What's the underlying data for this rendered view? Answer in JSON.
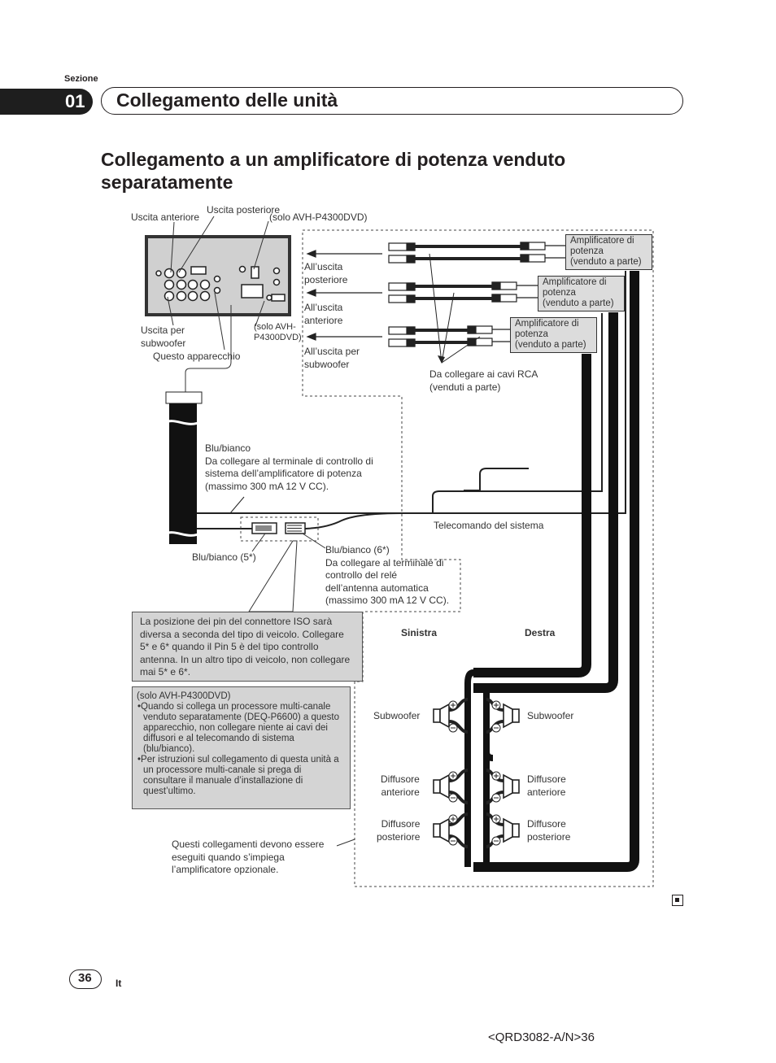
{
  "header": {
    "section_word": "Sezione",
    "section_number": "01",
    "section_title": "Collegamento delle unità"
  },
  "title": "Collegamento a un amplificatore di potenza venduto separatamente",
  "diagram": {
    "front_output": "Uscita anteriore",
    "rear_output": "Uscita posteriore",
    "avh_only_top": "(solo AVH-P4300DVD)",
    "sub_output": "Uscita per\nsubwoofer",
    "this_unit": "Questo apparecchio",
    "avh_only_side": "(solo AVH-\nP4300DVD)",
    "to_rear_output": "All’uscita\nposteriore",
    "to_front_output": "All’uscita\nanteriore",
    "to_sub_output": "All’uscita per\nsubwoofer",
    "amplifier": "Amplificatore di\npotenza\n(venduto a parte)",
    "rca_connect": "Da collegare ai cavi RCA\n(venduti a parte)",
    "blue_white_text": "Blu/bianco\nDa collegare al terminale di controllo di\nsistema dell’amplificatore di potenza\n(massimo 300 mA 12 V CC).",
    "system_remote": "Telecomando del sistema",
    "blue_white_5": "Blu/bianco (5*)",
    "blue_white_6_text": "Blu/bianco (6*)\nDa collegare al terminale di\ncontrollo del relé\ndell’antenna automatica\n(massimo 300 mA 12 V CC).",
    "left": "Sinistra",
    "right": "Destra",
    "subwoofer": "Subwoofer",
    "front_speaker": "Diffusore\nanteriore",
    "rear_speaker": "Diffusore\nposteriore",
    "amp_note": "Questi collegamenti devono essere\neseguiti quando s’impiega\nl’amplificatore opzionale."
  },
  "iso_note": "La posizione dei pin del connettore ISO sarà diversa a seconda del tipo di veicolo. Collegare 5* e 6* quando il Pin 5 è del tipo controllo antenna. In un altro tipo di veicolo, non collegare mai 5* e 6*.",
  "avh_note": {
    "heading": "(solo AVH-P4300DVD)",
    "bullet1": "Quando si collega un processore multi-canale venduto separatamente (DEQ-P6600) a questo apparecchio, non collegare niente ai cavi dei diffusori e al telecomando di sistema (blu/bianco).",
    "bullet2": "Per istruzioni sul collegamento di questa unità a un processore multi-canale si prega di consultare il manuale d’installazione di quest’ultimo."
  },
  "footer": {
    "page_number": "36",
    "language": "It",
    "doc_code": "<QRD3082-A/N>36"
  }
}
